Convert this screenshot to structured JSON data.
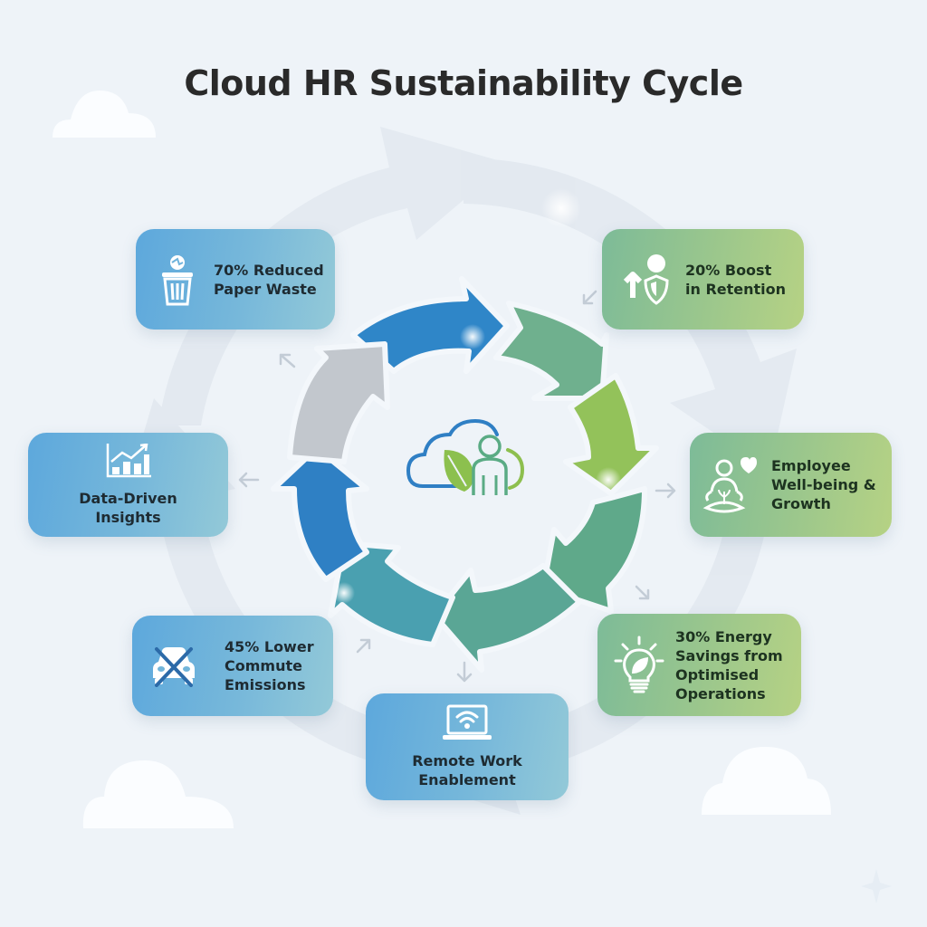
{
  "title": "Cloud HR Sustainability Cycle",
  "center": {
    "icon": "cloud-leaf-person-icon"
  },
  "cycle_colors": {
    "top": "#2f86c8",
    "top_right": "#6fb08e",
    "right": "#8fc05a",
    "bottom_right": "#5fa98a",
    "bottom": "#5aa69a",
    "bottom_left": "#4aa0b0",
    "left": "#2f80c4",
    "top_left": "#c0c6cc"
  },
  "cards": [
    {
      "id": "paper-waste",
      "icon": "recycle-bin-icon",
      "lines": [
        "70% Reduced",
        "Paper Waste"
      ],
      "theme": "blue"
    },
    {
      "id": "retention",
      "icon": "user-shield-arrow-icon",
      "lines": [
        "20% Boost",
        "in Retention"
      ],
      "theme": "green"
    },
    {
      "id": "wellbeing",
      "icon": "meditation-heart-icon",
      "lines": [
        "Employee",
        "Well-being &",
        "Growth"
      ],
      "theme": "green"
    },
    {
      "id": "energy",
      "icon": "lightbulb-leaf-icon",
      "lines": [
        "30% Energy",
        "Savings from",
        "Optimised",
        "Operations"
      ],
      "theme": "green"
    },
    {
      "id": "remote-work",
      "icon": "laptop-wifi-icon",
      "lines": [
        "Remote Work",
        "Enablement"
      ],
      "theme": "blue"
    },
    {
      "id": "commute",
      "icon": "car-crossed-icon",
      "lines": [
        "45% Lower",
        "Commute",
        "Emissions"
      ],
      "theme": "blue"
    },
    {
      "id": "insights",
      "icon": "bar-chart-trend-icon",
      "lines": [
        "Data-Driven",
        "Insights"
      ],
      "theme": "blue"
    }
  ]
}
